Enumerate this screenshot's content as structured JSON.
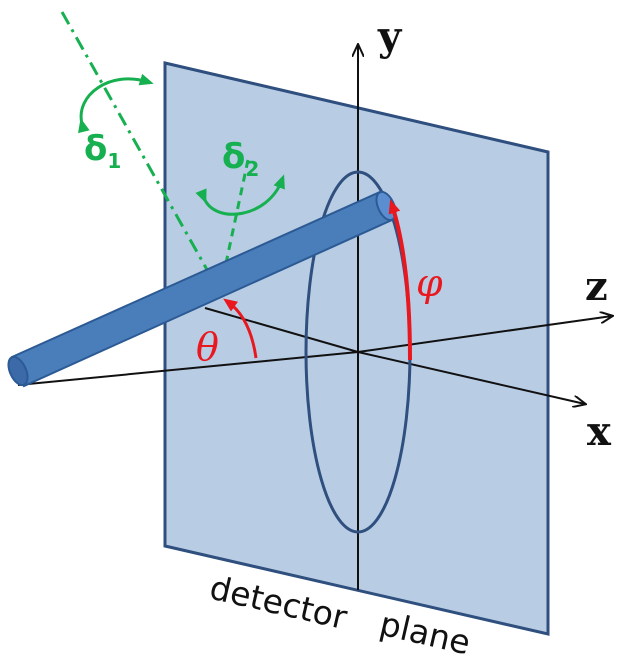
{
  "axes": {
    "x": "x",
    "y": "y",
    "z": "z"
  },
  "angles": {
    "theta": "θ",
    "phi": "φ",
    "delta1": "δ",
    "delta1_sub": "1",
    "delta2": "δ",
    "delta2_sub": "2"
  },
  "labels": {
    "plane_word1": "detector",
    "plane_word2": "plane"
  },
  "colors": {
    "plane_fill": "#b8cce4",
    "plane_edge": "#2f4f7f",
    "rod": "#4a7ebb",
    "rod_edge": "#2c5a94",
    "ellipse": "#2f4f7f",
    "red": "#e8181e",
    "green": "#17b050",
    "axis": "#111111"
  }
}
